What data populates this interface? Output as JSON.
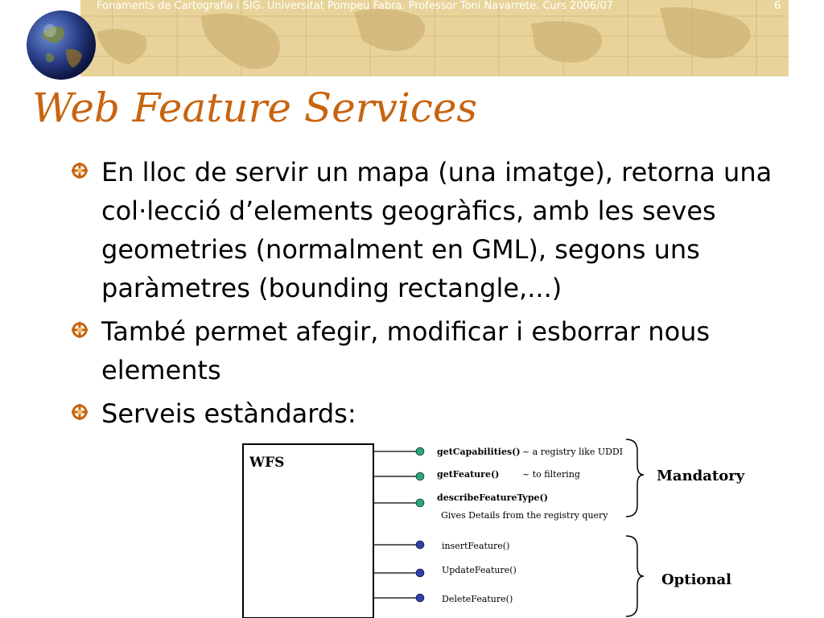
{
  "header": {
    "text": "Fonaments de Cartografia i SIG. Universitat Pompeu Fabra. Professor Toni Navarrete. Curs 2006/07",
    "page_number": "6"
  },
  "title": "Web Feature Services",
  "bullets": [
    {
      "text": "En lloc de servir un mapa (una imatge), retorna una col·lecció d’elements geogràfics, amb les seves geometries (normalment en GML), segons uns paràmetres (bounding rectangle,...)"
    },
    {
      "text": "També permet afegir, modificar i esborrar nous elements"
    },
    {
      "text": "Serveis estàndards:"
    }
  ],
  "diagram": {
    "box_label": "WFS",
    "mandatory": {
      "label": "Mandatory",
      "color": "#2aa87a",
      "ops": [
        {
          "name": "getCapabilities()",
          "note": "~ a registry like UDDI"
        },
        {
          "name": "getFeature()",
          "note": "~ to filtering"
        },
        {
          "name": "describeFeatureType()",
          "note": "Gives Details from the registry query"
        }
      ]
    },
    "optional": {
      "label": "Optional",
      "color": "#3040b0",
      "ops": [
        {
          "name": "insertFeature()"
        },
        {
          "name": "UpdateFeature()"
        },
        {
          "name": "DeleteFeature()"
        }
      ]
    }
  },
  "colors": {
    "title": "#c86410",
    "banner": "#e8d49a",
    "bullet_icon": "#c86410"
  }
}
